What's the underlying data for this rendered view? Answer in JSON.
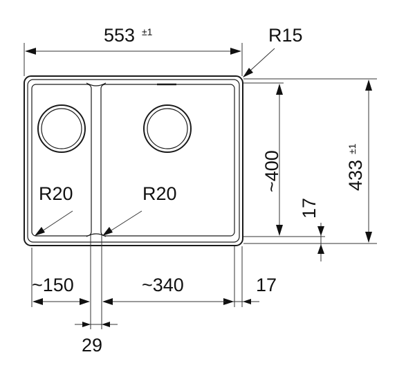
{
  "dims": {
    "total_width": "553",
    "total_width_tol": "±1",
    "corner_radius": "R15",
    "bowl_height": "~400",
    "total_height": "433",
    "total_height_tol": "±1",
    "rim_vertical": "17",
    "left_radius": "R20",
    "right_radius": "R20",
    "left_width": "~150",
    "right_width": "~340",
    "rim_horizontal": "17",
    "divider": "29"
  },
  "colors": {
    "ink": "#1a1a1a",
    "background": "#ffffff"
  }
}
